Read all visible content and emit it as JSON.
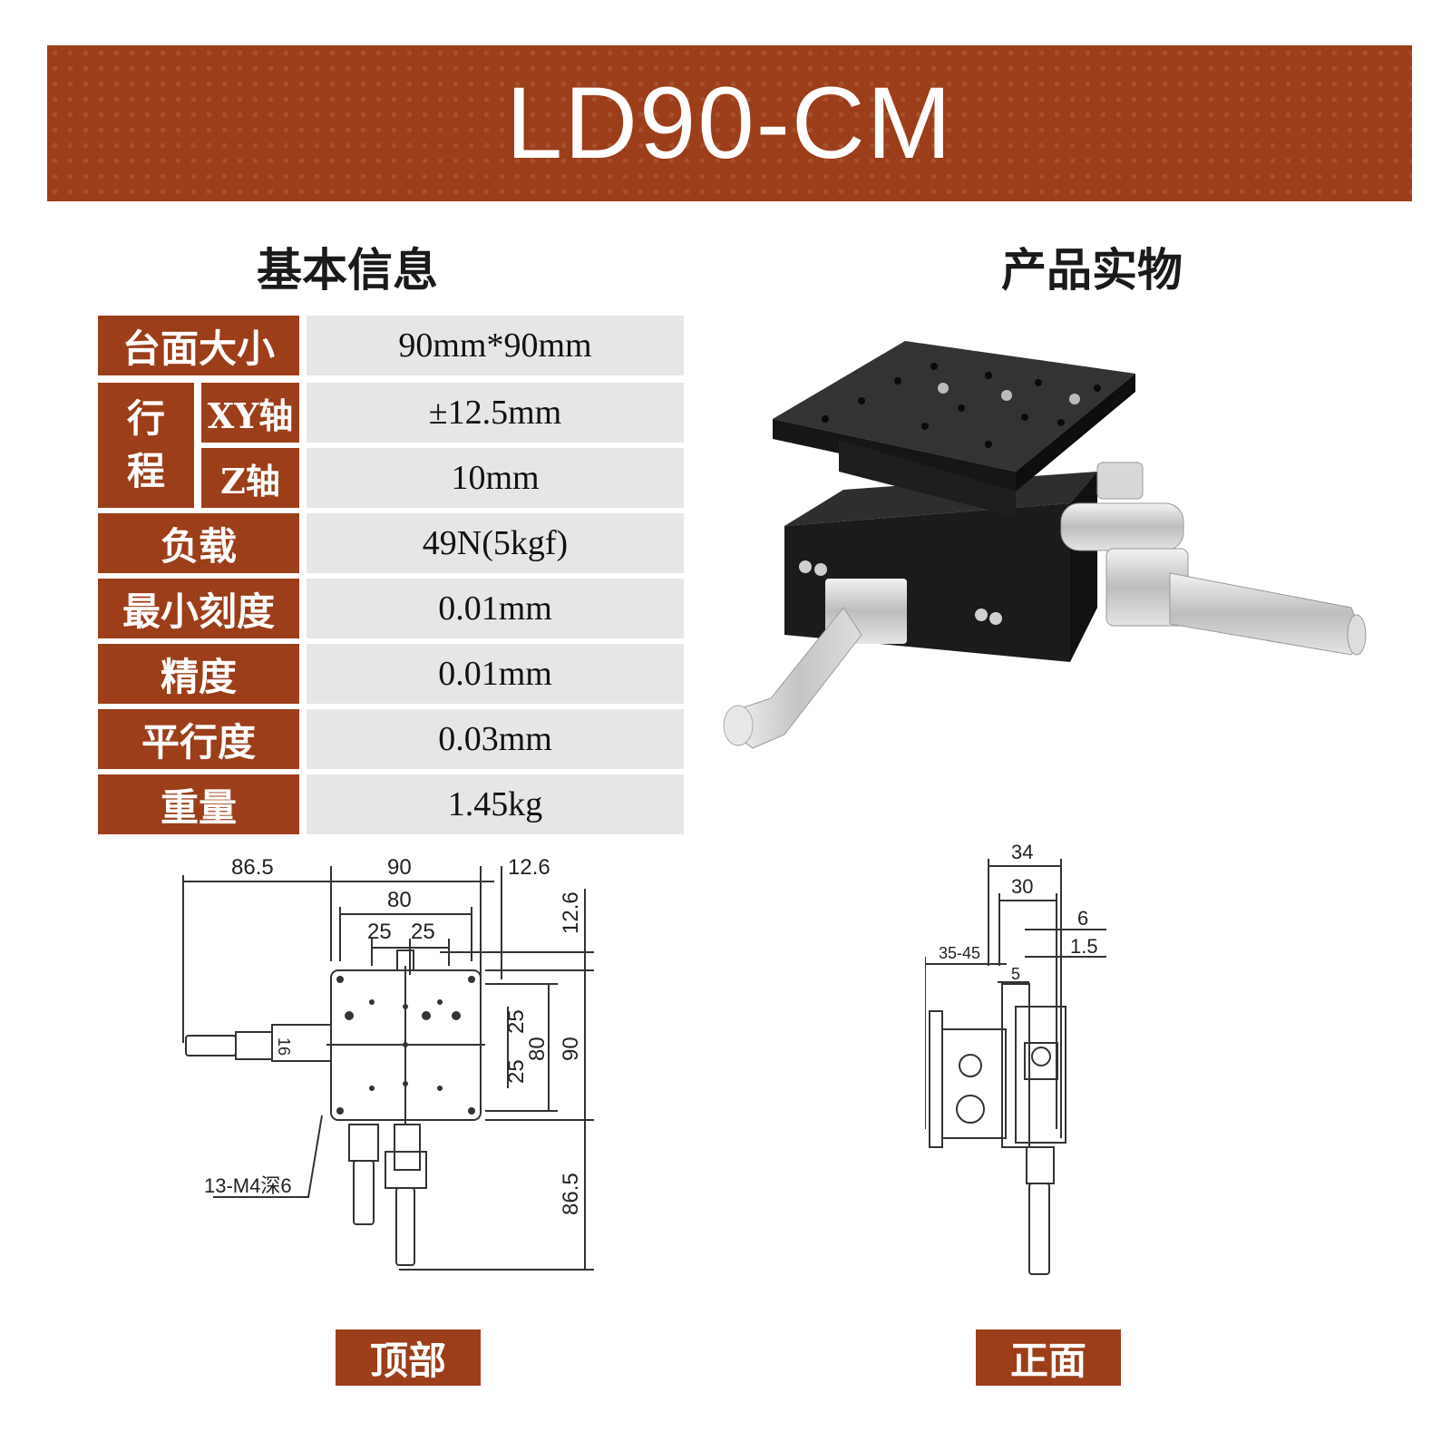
{
  "banner": {
    "title": "LD90-CM"
  },
  "sections": {
    "basic_info": "基本信息",
    "product_photo": "产品实物"
  },
  "specs": {
    "table_size": {
      "label": "台面大小",
      "value": "90mm*90mm"
    },
    "travel": {
      "label_line1": "行",
      "label_line2": "程",
      "xy": {
        "label": "XY轴",
        "value": "±12.5mm"
      },
      "z": {
        "label": "Z轴",
        "value": "10mm"
      }
    },
    "load": {
      "label": "负载",
      "value": "49N(5kgf)"
    },
    "min_scale": {
      "label": "最小刻度",
      "value": "0.01mm"
    },
    "accuracy": {
      "label": "精度",
      "value": "0.01mm"
    },
    "parallelism": {
      "label": "平行度",
      "value": "0.03mm"
    },
    "weight": {
      "label": "重量",
      "value": "1.45kg"
    }
  },
  "top_view": {
    "dims": {
      "left": "86.5",
      "width": "90",
      "right": "12.6",
      "inner": "80",
      "half_a": "25",
      "half_b": "25",
      "v_top": "12.6",
      "v_a": "25",
      "v_b": "25",
      "v_inner": "80",
      "v_total": "90",
      "v_bottom": "86.5",
      "knob": "16"
    },
    "hole_note": "13-M4深6",
    "tag": "顶部"
  },
  "front_view": {
    "dims": {
      "w34": "34",
      "w30": "30",
      "w6": "6",
      "w15": "1.5",
      "range": "35-45",
      "w5": "5"
    },
    "tag": "正面"
  },
  "colors": {
    "brand": "#9c3e1a",
    "value_bg": "#e6e6e6"
  }
}
